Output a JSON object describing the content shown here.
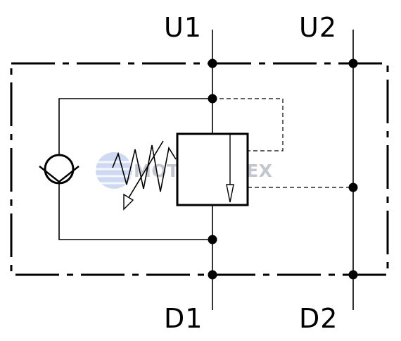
{
  "ports": {
    "u1": "U1",
    "u2": "U2",
    "d1": "D1",
    "d2": "D2"
  },
  "watermark": {
    "text": "MOTORIMPEX"
  },
  "colors": {
    "line": "#000000",
    "background": "#ffffff",
    "watermark": "#8f98a8",
    "globe": "#8fa7de"
  },
  "symbols": [
    "check-valve",
    "spring-adjustable",
    "valve-spool-box",
    "pilot-line-dashed"
  ]
}
